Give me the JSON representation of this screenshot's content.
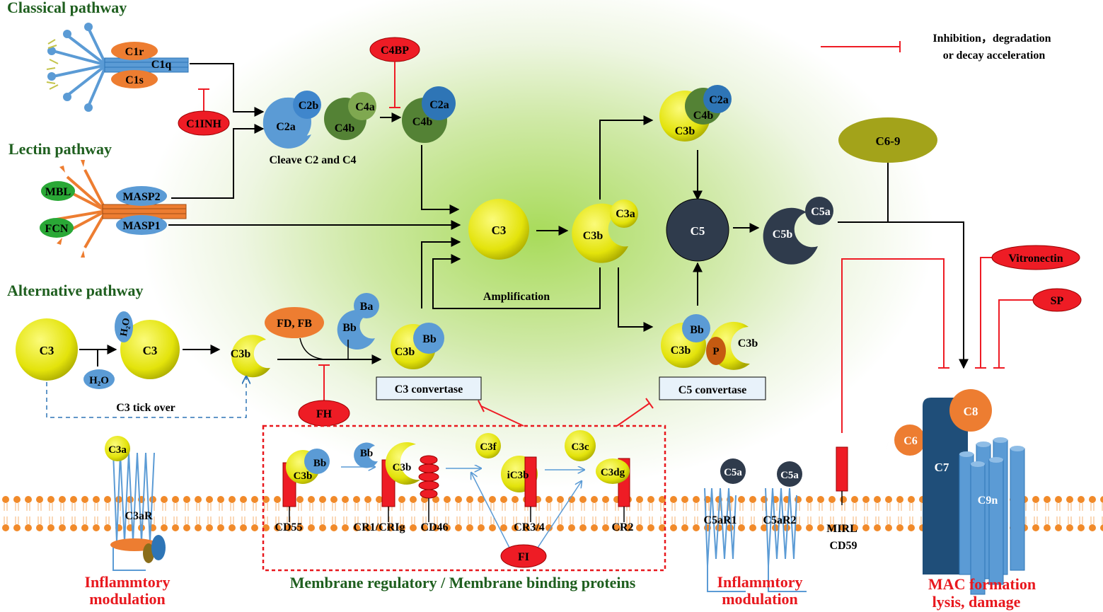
{
  "pathways": {
    "classical": "Classical pathway",
    "lectin": "Lectin pathway",
    "alternative": "Alternative pathway"
  },
  "legend": {
    "line1": "Inhibition，degradation",
    "line2": "or decay acceleration"
  },
  "molecules": {
    "c1r": "C1r",
    "c1q": "C1q",
    "c1s": "C1s",
    "c1inh": "C1INH",
    "c2a": "C2a",
    "c2b": "C2b",
    "c4a": "C4a",
    "c4b": "C4b",
    "c4bp": "C4BP",
    "cleave": "Cleave C2 and C4",
    "mbl": "MBL",
    "fcn": "FCN",
    "masp2": "MASP2",
    "masp1": "MASP1",
    "c3": "C3",
    "c3a": "C3a",
    "c3b": "C3b",
    "c5": "C5",
    "c5a": "C5a",
    "c5b": "C5b",
    "c6_9": "C6-9",
    "bb": "Bb",
    "ba": "Ba",
    "p": "P",
    "fdfb": "FD, FB",
    "fh": "FH",
    "h2o": "H₂O",
    "amplification": "Amplification",
    "tickover": "C3 tick over",
    "c3conv": "C3 convertase",
    "c5conv": "C5 convertase",
    "vitronectin": "Vitronectin",
    "sp": "SP",
    "c3f": "C3f",
    "ic3b": "iC3b",
    "c3c": "C3c",
    "c3dg": "C3dg",
    "fi": "FI",
    "c3ar": "C3aR",
    "cd55": "CD55",
    "cr1": "CR1/CRIg",
    "cd46": "CD46",
    "cr34": "CR3/4",
    "cr2": "CR2",
    "c5ar1": "C5aR1",
    "c5ar2": "C5aR2",
    "mirl": "MIRL",
    "cd59": "CD59",
    "c6": "C6",
    "c7": "C7",
    "c8": "C8",
    "c9n": "C9n"
  },
  "captions": {
    "inflam_left_1": "Inflammtory",
    "inflam_left_2": "modulation",
    "membrane": "Membrane regulatory / Membrane binding proteins",
    "inflam_right_1": "Inflammtory",
    "inflam_right_2": "modulation",
    "mac_1": "MAC formation",
    "mac_2": "lysis, damage"
  },
  "colors": {
    "yellow": "#e6e60a",
    "lightblue": "#5b9bd5",
    "darkblue": "#2e75b6",
    "green": "#548235",
    "orange": "#ed7d31",
    "red": "#ee1c25",
    "navy": "#2f3b4c",
    "olive": "#a3a31a",
    "title_green": "#1f5f1f",
    "caption_red": "#e8181e",
    "membrane_orange": "#f18a2a"
  }
}
